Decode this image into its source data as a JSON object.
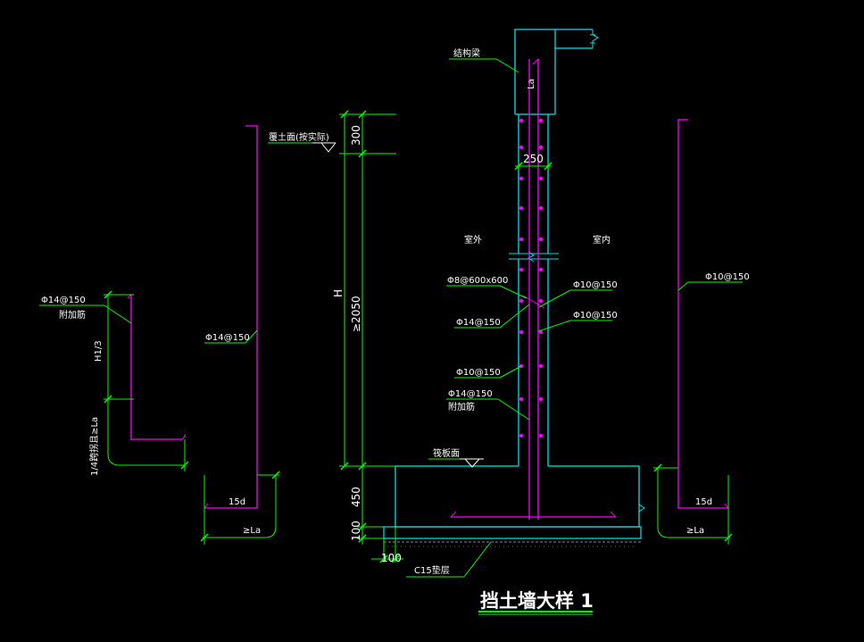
{
  "title": "挡土墙大样 1",
  "labels": {
    "structural_beam": "结构梁",
    "backfill_surface": "覆土面(按实际)",
    "floor_slab_surface": "筏板面",
    "outdoor": "室外",
    "indoor": "室内",
    "c15_cushion": "C15垫层",
    "anchor_la": "La",
    "h": "H",
    "h1_third": "H1/3",
    "quarter_span_note": "1/4跨拐且≥La",
    "additional_bar_1": "附加筋",
    "additional_bar_2": "附加筋"
  },
  "rebar": {
    "tie_bar": "Φ8@600x600",
    "inner_horizontal": "Φ10@150",
    "inner_vertical": "Φ10@150",
    "outer_vertical": "Φ14@150",
    "outer_horizontal": "Φ10@150",
    "additional": "Φ14@150",
    "left_detail_bar": "Φ14@150",
    "left_main_bar": "Φ14@150",
    "right_main_bar": "Φ10@150"
  },
  "dimensions": {
    "top": "300",
    "wall_thickness": "250",
    "height": "≥2050",
    "base": "450",
    "cushion": "100",
    "cushion_ext": "100",
    "hook_left": "15d",
    "hook_right": "15d",
    "la_left": "≥La",
    "la_right": "≥La"
  },
  "colors": {
    "cyan": "#00e5ee",
    "magenta": "#ff00ff",
    "green": "#00ff00",
    "white": "#ffffff",
    "background": "#000000"
  }
}
